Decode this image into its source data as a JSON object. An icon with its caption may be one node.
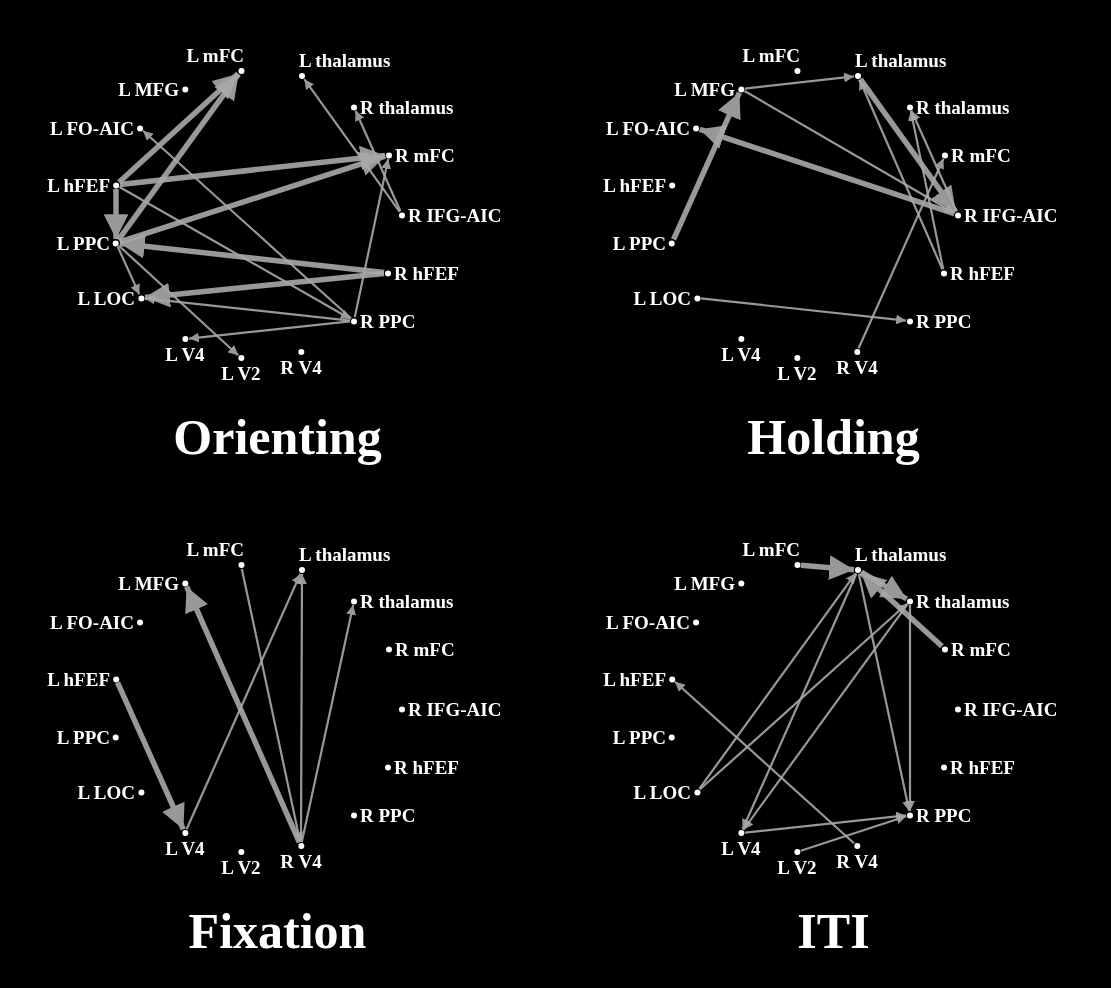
{
  "diagram": {
    "nodes": [
      {
        "text": [
          "Orienting"
        ]
      },
      {
        "text": [
          "L mFC"
        ],
        "in": 0
      },
      {
        "text": [
          "L thalamus"
        ],
        "in": 0
      },
      {
        "text": [
          "L MFG"
        ],
        "in": 0
      },
      {
        "text": [
          "R thalamus"
        ],
        "in": 0
      },
      {
        "text": [
          "L FO-AIC"
        ],
        "in": 0
      },
      {
        "text": [
          "R mFC"
        ],
        "in": 0
      },
      {
        "text": [
          "L hFEF"
        ],
        "in": 0
      },
      {
        "text": [
          "R IFG-AIC"
        ],
        "in": 0
      },
      {
        "text": [
          "L PPC"
        ],
        "in": 0
      },
      {
        "text": [
          "R hFEF"
        ],
        "in": 0
      },
      {
        "text": [
          "L LOC"
        ],
        "in": 0
      },
      {
        "text": [
          "R PPC"
        ],
        "in": 0
      },
      {
        "text": [
          "L V4"
        ],
        "in": 0
      },
      {
        "text": [
          "R V4"
        ],
        "in": 0
      },
      {
        "text": [
          "L V2"
        ],
        "in": 0
      },
      {
        "text": [
          "Holding"
        ]
      },
      {
        "text": [
          "L mFC"
        ],
        "in": 16
      },
      {
        "text": [
          "L thalamus"
        ],
        "in": 16
      },
      {
        "text": [
          "L MFG"
        ],
        "in": 16
      },
      {
        "text": [
          "R thalamus"
        ],
        "in": 16
      },
      {
        "text": [
          "L FO-AIC"
        ],
        "in": 16
      },
      {
        "text": [
          "R mFC"
        ],
        "in": 16
      },
      {
        "text": [
          "L hFEF"
        ],
        "in": 16
      },
      {
        "text": [
          "R IFG-AIC"
        ],
        "in": 16
      },
      {
        "text": [
          "L PPC"
        ],
        "in": 16
      },
      {
        "text": [
          "R hFEF"
        ],
        "in": 16
      },
      {
        "text": [
          "L LOC"
        ],
        "in": 16
      },
      {
        "text": [
          "R PPC"
        ],
        "in": 16
      },
      {
        "text": [
          "L V4"
        ],
        "in": 16
      },
      {
        "text": [
          "R V4"
        ],
        "in": 16
      },
      {
        "text": [
          "L V2"
        ],
        "in": 16
      },
      {
        "text": [
          "Fixation"
        ]
      },
      {
        "text": [
          "L mFC"
        ],
        "in": 32
      },
      {
        "text": [
          "L thalamus"
        ],
        "in": 32
      },
      {
        "text": [
          "L MFG"
        ],
        "in": 32
      },
      {
        "text": [
          "R thalamus"
        ],
        "in": 32
      },
      {
        "text": [
          "L FO-AIC"
        ],
        "in": 32
      },
      {
        "text": [
          "R mFC"
        ],
        "in": 32
      },
      {
        "text": [
          "L hFEF"
        ],
        "in": 32
      },
      {
        "text": [
          "R IFG-AIC"
        ],
        "in": 32
      },
      {
        "text": [
          "L PPC"
        ],
        "in": 32
      },
      {
        "text": [
          "R hFEF"
        ],
        "in": 32
      },
      {
        "text": [
          "L LOC"
        ],
        "in": 32
      },
      {
        "text": [
          "R PPC"
        ],
        "in": 32
      },
      {
        "text": [
          "L V4"
        ],
        "in": 32
      },
      {
        "text": [
          "R V4"
        ],
        "in": 32
      },
      {
        "text": [
          "L V2"
        ],
        "in": 32
      },
      {
        "text": [
          "ITI"
        ]
      },
      {
        "text": [
          "L mFC"
        ],
        "in": 48
      },
      {
        "text": [
          "L thalamus"
        ],
        "in": 48
      },
      {
        "text": [
          "L MFG"
        ],
        "in": 48
      },
      {
        "text": [
          "R thalamus"
        ],
        "in": 48
      },
      {
        "text": [
          "L FO-AIC"
        ],
        "in": 48
      },
      {
        "text": [
          "R mFC"
        ],
        "in": 48
      },
      {
        "text": [
          "L hFEF"
        ],
        "in": 48
      },
      {
        "text": [
          "R IFG-AIC"
        ],
        "in": 48
      },
      {
        "text": [
          "L PPC"
        ],
        "in": 48
      },
      {
        "text": [
          "R hFEF"
        ],
        "in": 48
      },
      {
        "text": [
          "L LOC"
        ],
        "in": 48
      },
      {
        "text": [
          "R PPC"
        ],
        "in": 48
      },
      {
        "text": [
          "L V4"
        ],
        "in": 48
      },
      {
        "text": [
          "R V4"
        ],
        "in": 48
      },
      {
        "text": [
          "L V2"
        ],
        "in": 48
      }
    ],
    "edges": [
      {
        "from": 7,
        "to": 1,
        "arrow": "to",
        "style": "thick"
      },
      {
        "from": 9,
        "to": 1,
        "arrow": "to",
        "style": "thick"
      },
      {
        "from": 7,
        "to": 6,
        "arrow": "to",
        "style": "thick"
      },
      {
        "from": 9,
        "to": 6,
        "arrow": "to",
        "style": "thick"
      },
      {
        "from": 7,
        "to": 9,
        "arrow": "to",
        "style": "thick"
      },
      {
        "from": 7,
        "to": 12,
        "arrow": "to"
      },
      {
        "from": 12,
        "to": 5,
        "arrow": "to"
      },
      {
        "from": 8,
        "to": 2,
        "arrow": "to"
      },
      {
        "from": 8,
        "to": 4,
        "arrow": "to"
      },
      {
        "from": 12,
        "to": 6,
        "arrow": "to"
      },
      {
        "from": 10,
        "to": 9,
        "arrow": "to",
        "style": "thick"
      },
      {
        "from": 10,
        "to": 11,
        "arrow": "to",
        "style": "thick"
      },
      {
        "from": 12,
        "to": 11,
        "arrow": "to"
      },
      {
        "from": 9,
        "to": 11,
        "arrow": "to"
      },
      {
        "from": 9,
        "to": 15,
        "arrow": "to"
      },
      {
        "from": 12,
        "to": 13,
        "arrow": "to"
      },
      {
        "from": 19,
        "to": 18,
        "arrow": "to"
      },
      {
        "from": 25,
        "to": 19,
        "arrow": "to",
        "style": "thick"
      },
      {
        "from": 24,
        "to": 21,
        "arrow": "to",
        "style": "thick"
      },
      {
        "from": 19,
        "to": 24,
        "arrow": "to"
      },
      {
        "from": 18,
        "to": 24,
        "arrow": "to",
        "style": "thick"
      },
      {
        "from": 24,
        "to": 20,
        "arrow": "to"
      },
      {
        "from": 26,
        "to": 18,
        "arrow": "to"
      },
      {
        "from": 26,
        "to": 20,
        "arrow": "to"
      },
      {
        "from": 30,
        "to": 22,
        "arrow": "to"
      },
      {
        "from": 27,
        "to": 28,
        "arrow": "to"
      },
      {
        "from": 39,
        "to": 45,
        "arrow": "to",
        "style": "thick"
      },
      {
        "from": 45,
        "to": 34,
        "arrow": "to"
      },
      {
        "from": 46,
        "to": 35,
        "arrow": "to",
        "style": "thick"
      },
      {
        "from": 33,
        "to": 46,
        "arrow": "to"
      },
      {
        "from": 46,
        "to": 34,
        "arrow": "to"
      },
      {
        "from": 46,
        "to": 36,
        "arrow": "to"
      },
      {
        "from": 49,
        "to": 50,
        "arrow": "to",
        "style": "thick"
      },
      {
        "from": 50,
        "to": 52,
        "arrow": "to",
        "style": "thick"
      },
      {
        "from": 54,
        "to": 50,
        "arrow": "to",
        "style": "thick"
      },
      {
        "from": 59,
        "to": 50,
        "arrow": "to"
      },
      {
        "from": 59,
        "to": 52,
        "arrow": "to"
      },
      {
        "from": 50,
        "to": 61,
        "arrow": "to"
      },
      {
        "from": 52,
        "to": 61,
        "arrow": "to"
      },
      {
        "from": 50,
        "to": 60,
        "arrow": "to"
      },
      {
        "from": 52,
        "to": 60,
        "arrow": "to"
      },
      {
        "from": 61,
        "to": 60,
        "arrow": "to"
      },
      {
        "from": 63,
        "to": 60,
        "arrow": "to"
      },
      {
        "from": 62,
        "to": 55,
        "arrow": "to"
      }
    ]
  }
}
